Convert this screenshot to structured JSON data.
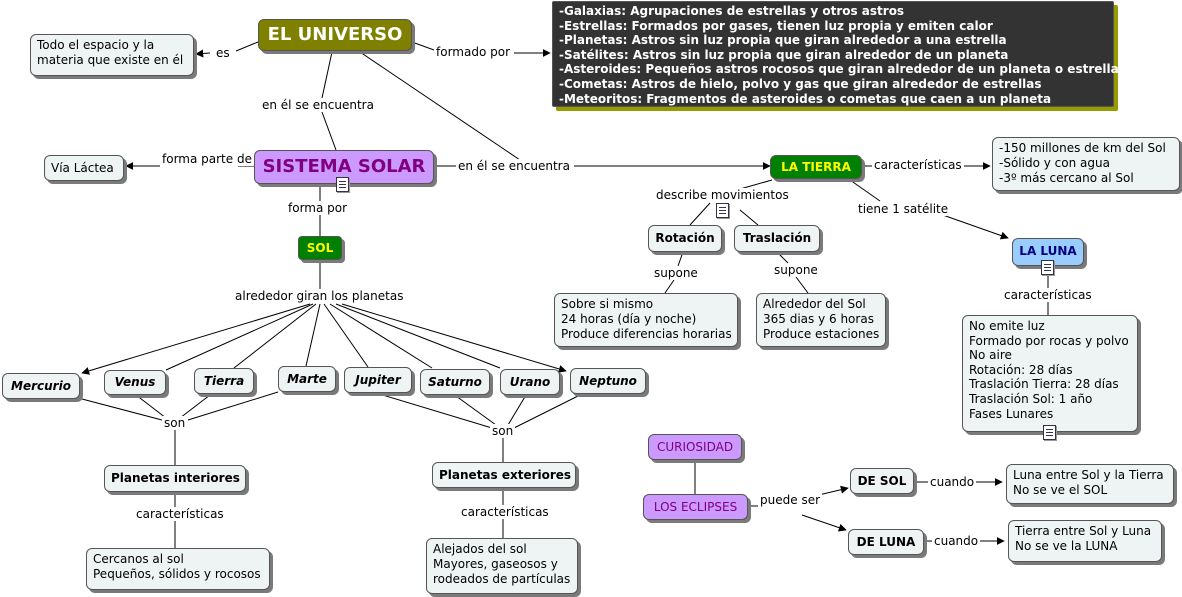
{
  "nodes": {
    "universo": "EL UNIVERSO",
    "definicion": [
      "Todo el espacio y la",
      "materia que existe en él"
    ],
    "componentes": [
      "-Galaxias: Agrupaciones de estrellas y otros astros",
      "-Estrellas: Formados por gases, tienen luz propia y emiten calor",
      "-Planetas: Astros sin luz propia que giran alrededor a una estrella",
      "-Satélites: Astros sin luz propia que giran alrededor de un planeta",
      "-Asteroides: Pequeños astros rocosos que giran alrededor de un planeta o estrella",
      "-Cometas: Astros de hielo, polvo y gas que giran alrededor de estrellas",
      "-Meteoritos: Fragmentos de asteroides o cometas que caen a un planeta"
    ],
    "via_lactea": "Vía Láctea",
    "sistema_solar": "SISTEMA SOLAR",
    "sol": "SOL",
    "tierra": "LA TIERRA",
    "tierra_caracteristicas": [
      "-150 millones de km del Sol",
      "-Sólido y con agua",
      "-3º más cercano al Sol"
    ],
    "rotacion": "Rotación",
    "traslacion": "Traslación",
    "rotacion_detalle": [
      "Sobre si mismo",
      "24 horas (día y noche)",
      "Produce diferencias horarias"
    ],
    "traslacion_detalle": [
      "Alrededor del Sol",
      "365 dias y 6 horas",
      "Produce estaciones"
    ],
    "luna": "LA LUNA",
    "luna_caracteristicas": [
      "No emite luz",
      "Formado por rocas y polvo",
      "No aire",
      "Rotación: 28 días",
      "Traslación Tierra: 28 días",
      "Traslación Sol: 1 año",
      "Fases Lunares"
    ],
    "planetas": [
      "Mercurio",
      "Venus",
      "Tierra",
      "Marte",
      "Jupiter",
      "Saturno",
      "Urano",
      "Neptuno"
    ],
    "interiores": "Planetas interiores",
    "exteriores": "Planetas exteriores",
    "interiores_detalle": [
      "Cercanos al sol",
      "Pequeños, sólidos y rocosos"
    ],
    "exteriores_detalle": [
      "Alejados del sol",
      "Mayores, gaseosos y",
      "rodeados de partículas"
    ],
    "curiosidad": "CURIOSIDAD",
    "eclipses": "LOS ECLIPSES",
    "de_sol": "DE SOL",
    "de_luna": "DE LUNA",
    "eclipse_sol_detalle": [
      "Luna entre Sol y la Tierra",
      "No se ve el SOL"
    ],
    "eclipse_luna_detalle": [
      "Tierra entre Sol y Luna",
      "No se ve la LUNA"
    ]
  },
  "labels": {
    "es": "es",
    "formado_por": "formado por",
    "en_el_se_encuentra_1": "en él se encuentra",
    "en_el_se_encuentra_2": "en él se encuentra",
    "forma_parte_de": [
      "forma parte",
      "de"
    ],
    "forma_por": "forma por",
    "alrededor": "alrededor giran los planetas",
    "son_1": "son",
    "son_2": "son",
    "caracteristicas_1": "características",
    "caracteristicas_2": "características",
    "caracteristicas_tierra": "características",
    "caracteristicas_luna": "características",
    "describe": "describe movimientos",
    "supone_1": "supone",
    "supone_2": "supone",
    "tiene_satelite": "tiene 1 satélite",
    "puede_ser": [
      "puede",
      "ser"
    ],
    "cuando_1": "cuando",
    "cuando_2": "cuando"
  },
  "colors": {
    "olive": "#808000",
    "purple_title": "#cc99ff",
    "purple_text": "#800080",
    "green": "#008000",
    "yellow_text": "#ffff00",
    "blue_luna": "#99ccff",
    "dark_box": "#333333",
    "shadow": "#7a7a7a"
  }
}
